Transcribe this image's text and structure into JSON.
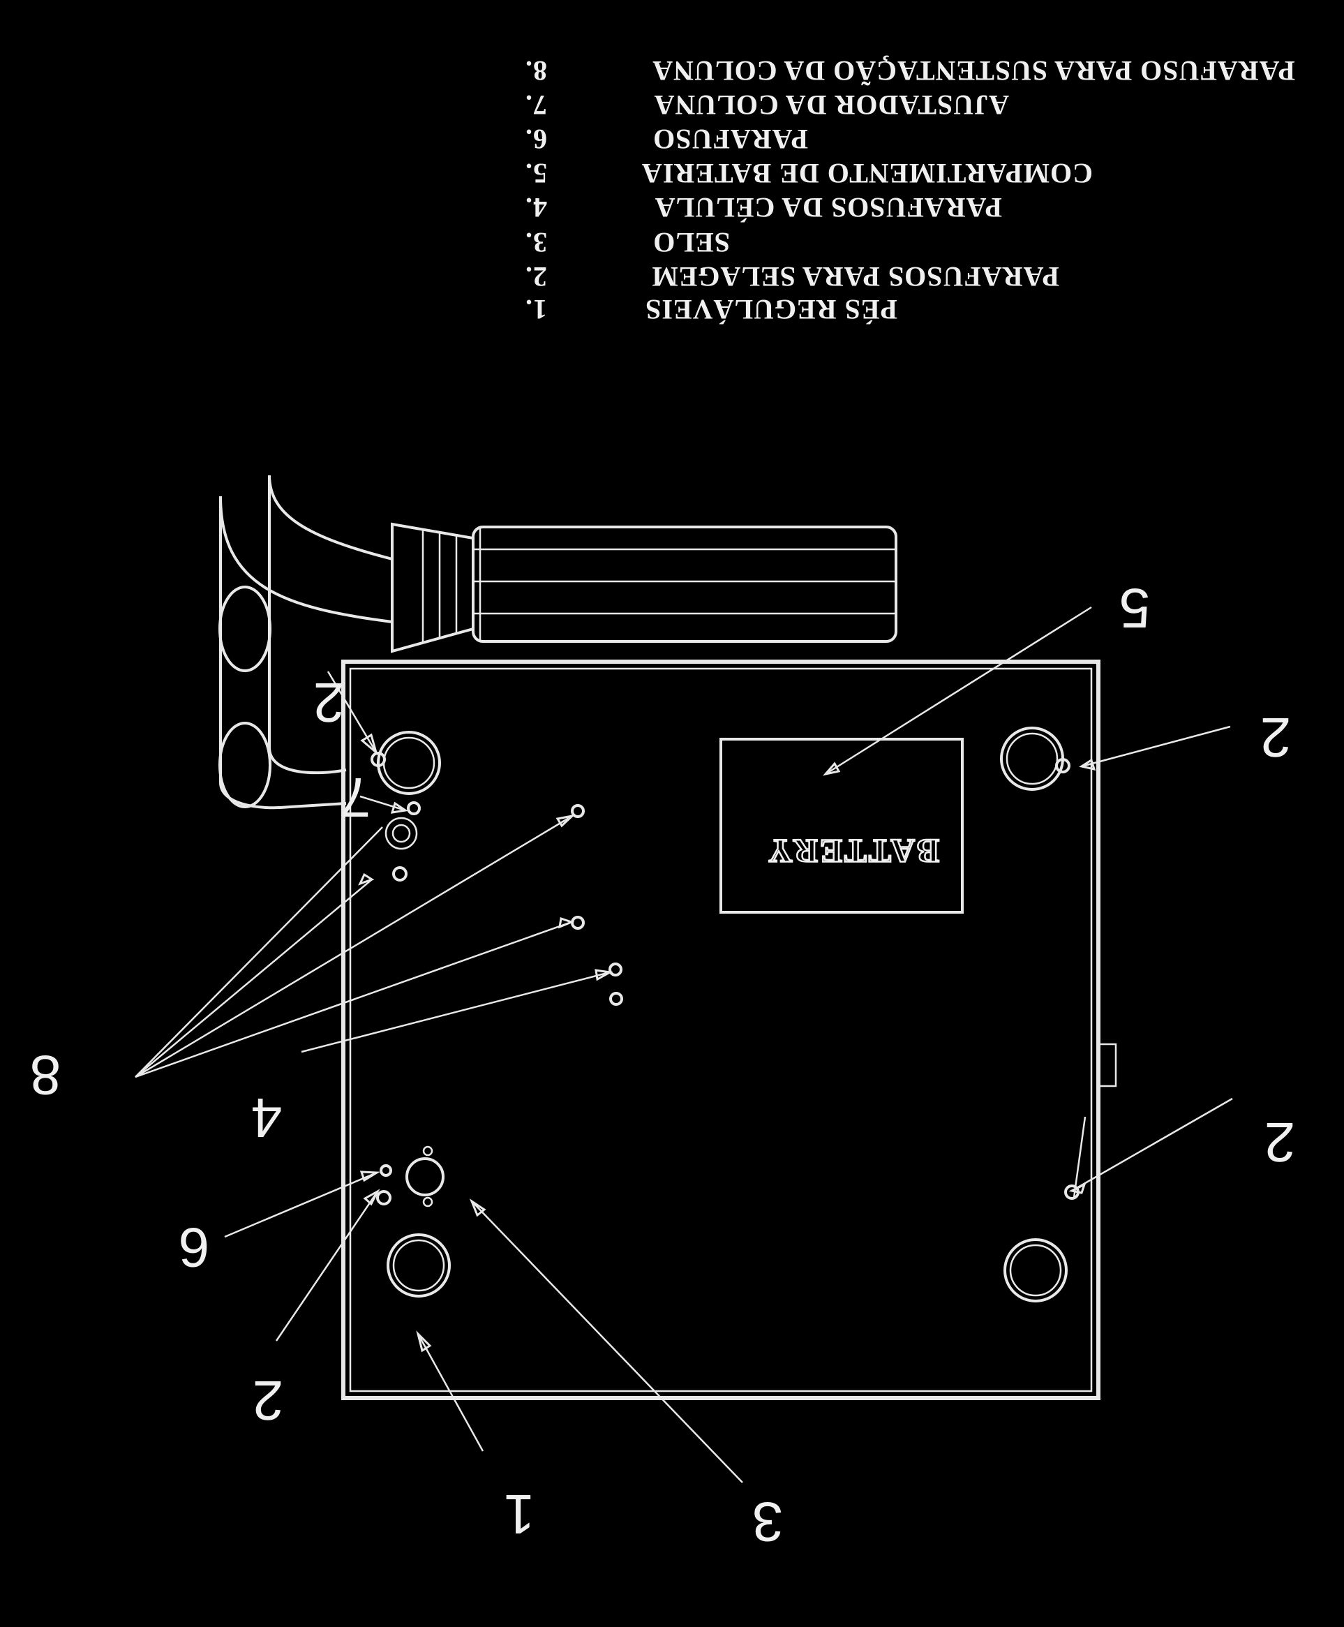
{
  "legend": {
    "items": [
      {
        "num": "1.",
        "label": "PÉS REGULÁVEIS"
      },
      {
        "num": "2.",
        "label": "PARAFUSOS PARA SELAGEM"
      },
      {
        "num": "3.",
        "label": "SELO"
      },
      {
        "num": "4.",
        "label": "PARAFUSOS DA CÉLULA"
      },
      {
        "num": "5.",
        "label": "COMPARTIMENTO DE BATERIA"
      },
      {
        "num": "6.",
        "label": "PARAFUSO"
      },
      {
        "num": "7.",
        "label": "AJUSTADOR DA COLUNA"
      },
      {
        "num": "8.",
        "label": "PARAFUSO PARA SUSTENTAÇÃO DA COLUNA"
      }
    ]
  },
  "device": {
    "battery_label": "BATTERY"
  },
  "callouts": {
    "c1": "1",
    "c2a": "2",
    "c2b": "2",
    "c2c": "2",
    "c2d": "2",
    "c3": "3",
    "c4": "4",
    "c5": "5",
    "c6": "6",
    "c7": "7",
    "c8": "8"
  },
  "colors": {
    "background": "#000000",
    "foreground": "#e8e8e8"
  }
}
